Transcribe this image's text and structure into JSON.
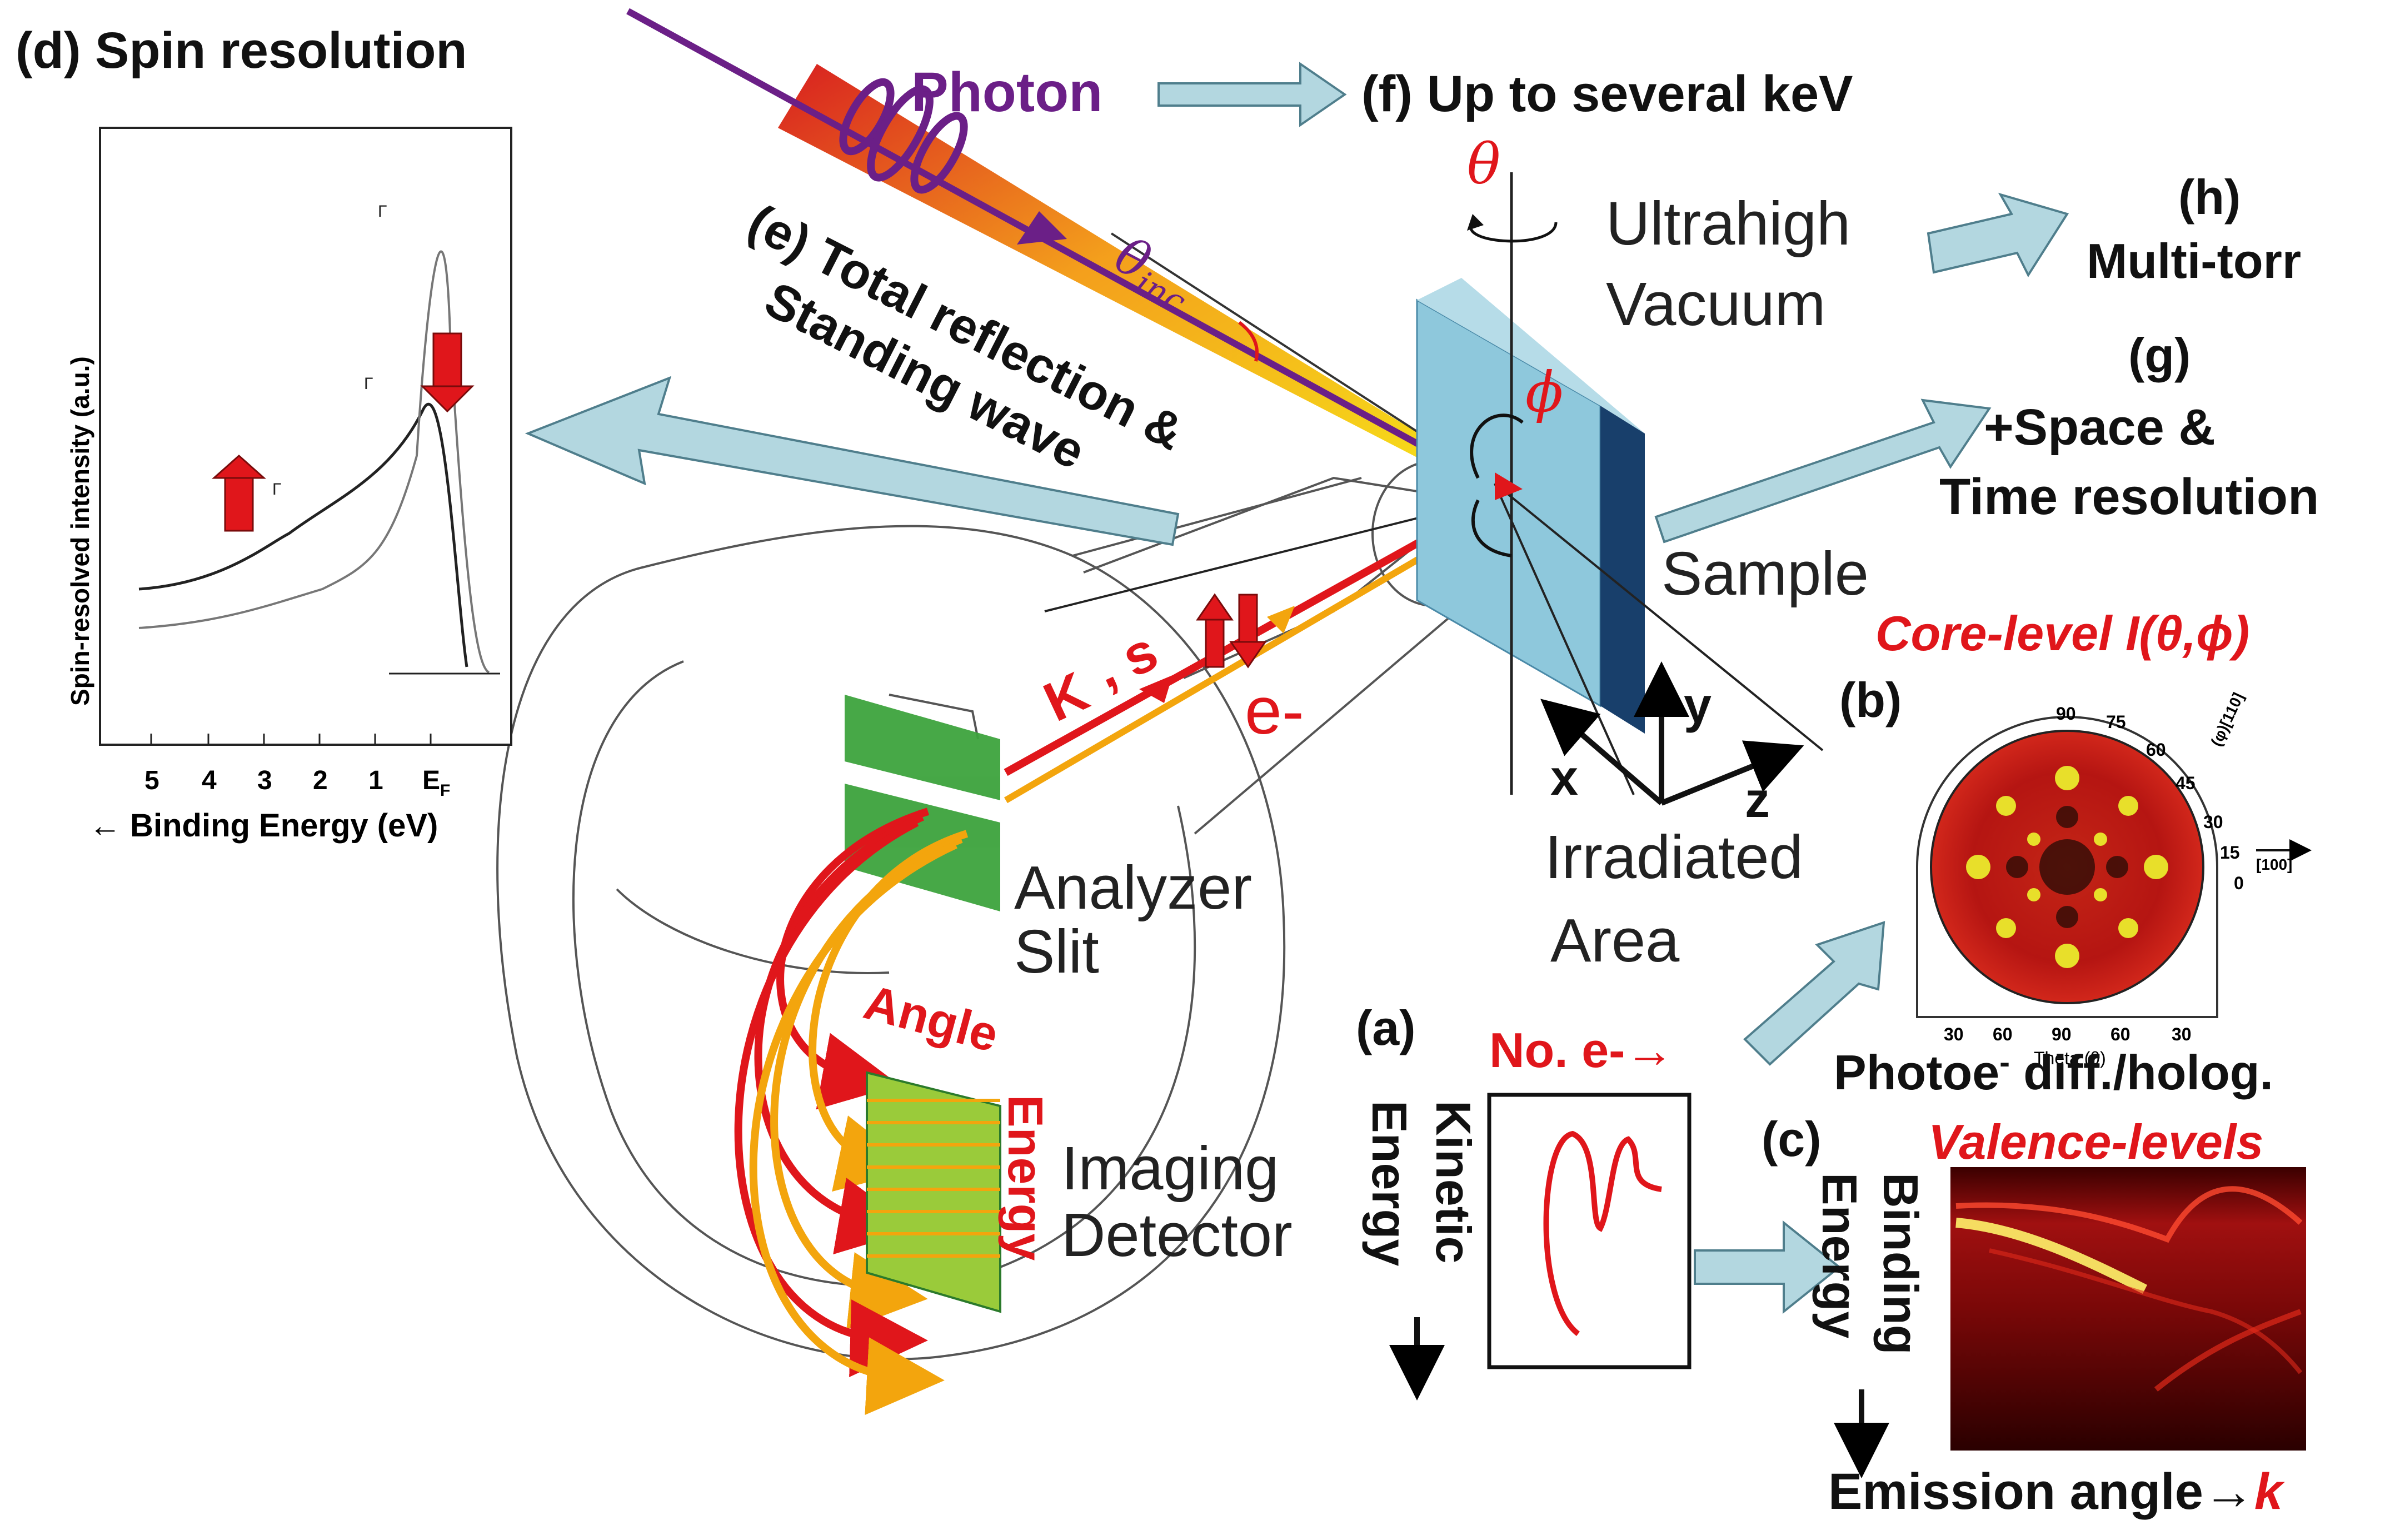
{
  "labels": {
    "d_spin": "(d)  Spin resolution",
    "photon": "Photon",
    "f_kev": "(f) Up to several keV",
    "theta": "θ",
    "uhv_1": "Ultrahigh",
    "uhv_2": "Vacuum",
    "h_label": "(h)",
    "h_text": "Multi-torr",
    "g_label": "(g)",
    "g_text1": "+Space &",
    "g_text2": "Time resolution",
    "theta_inc_base": "θ",
    "theta_inc_sub": "inc",
    "phi": "ϕ",
    "e_text1": "(e) Total reflection &",
    "e_text2": "Standing wave",
    "sample": "Sample",
    "core_level": "Core-level I(θ,ϕ)",
    "b_label": "(b)",
    "k_vec": "K",
    "s_vec": "s",
    "k_comma": ",",
    "e_minus": "e-",
    "axis_y": "y",
    "axis_x": "x",
    "axis_z": "z",
    "irr_1": "Irradiated",
    "irr_2": "Area",
    "analyzer_1": "Analyzer",
    "analyzer_2": "Slit",
    "angle": "Angle",
    "energy": "Energy",
    "imaging_1": "Imaging",
    "imaging_2": "Detector",
    "a_label": "(a)",
    "no_e": "No. e",
    "kinetic_1": "Kinetic",
    "kinetic_2": "Energy",
    "photoe": "Photoe",
    "photoe_rest": " diff./holog.",
    "c_label": "(c)",
    "valence": "Valence-levels",
    "binding_1": "Binding",
    "binding_2": "Energy",
    "emission": "Emission angle→",
    "k_small": "k"
  },
  "spin_plot": {
    "ylabel": "Spin-resolved intensity (a.u.)",
    "xlabel": "← Binding Energy (eV)",
    "ticks": [
      "5",
      "4",
      "3",
      "2",
      "1",
      "E"
    ],
    "ef_sub": "F",
    "peak_labels": [
      "Γ",
      "Γ",
      "Γ"
    ]
  },
  "polar_plot": {
    "phi_ticks": [
      "90",
      "75",
      "60",
      "45",
      "30",
      "15",
      "0"
    ],
    "theta_ticks": [
      "30",
      "60",
      "90",
      "60",
      "30"
    ],
    "theta_label": "Theta (θ)",
    "phi_axis": "(φ)[110]",
    "dir_100": "[100]"
  },
  "colors": {
    "red": "#e0161b",
    "orange": "#f3a50d",
    "purple": "#6b1f87",
    "light_blue_arrow": "#b3d7e0",
    "sample_face": "#8ec8dc",
    "sample_edge": "#183f6b",
    "green": "#3da33d"
  }
}
